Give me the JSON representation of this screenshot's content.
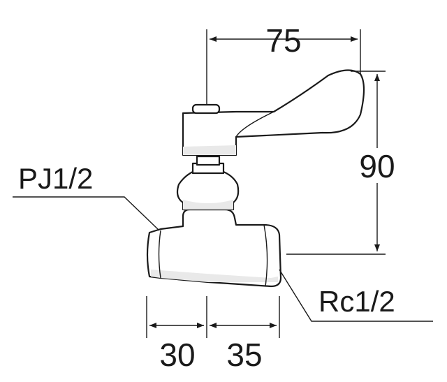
{
  "diagram": {
    "dimensions": {
      "top_width": "75",
      "height": "90",
      "bottom_left": "30",
      "bottom_right": "35"
    },
    "labels": {
      "inlet_thread": "PJ1/2",
      "outlet_thread": "Rc1/2"
    },
    "colors": {
      "line": "#1a1a1a",
      "shade": "#e9e9e9",
      "background": "#ffffff"
    }
  }
}
